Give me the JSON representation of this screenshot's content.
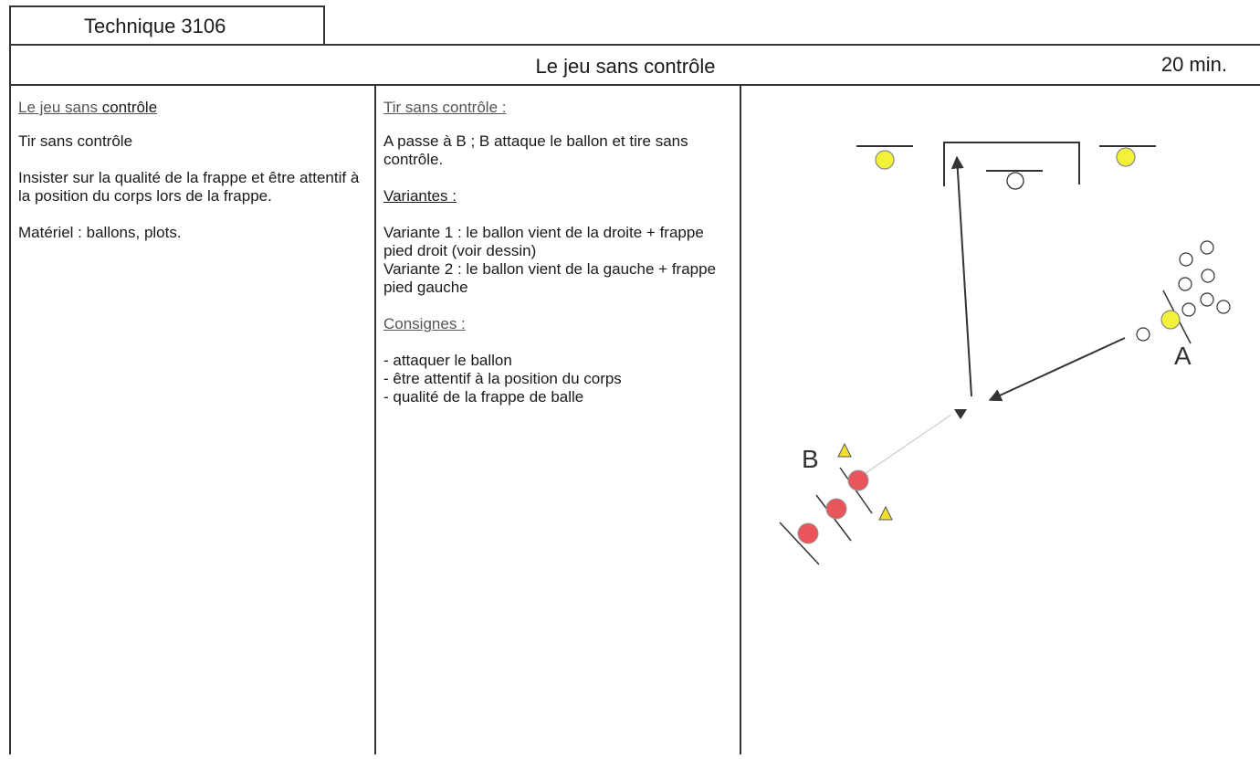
{
  "tab_label": "Technique 3106",
  "header": {
    "title": "Le jeu sans contrôle",
    "duration": "20 min."
  },
  "col1": {
    "heading_a": "Le jeu sans",
    "heading_b": "contrôle",
    "line1": "Tir sans contrôle",
    "para1": "Insister sur la qualité de la frappe et être attentif à la position du corps lors de la frappe.",
    "para2": "Matériel : ballons, plots."
  },
  "col2": {
    "heading1": "Tir sans contrôle :",
    "para1": "A passe à B ; B attaque le ballon et tire sans contrôle.",
    "heading2": "Variantes :",
    "variant1": "Variante 1 : le ballon vient de la droite + frappe pied droit (voir dessin)",
    "variant2": "Variante 2 : le ballon vient de la gauche + frappe pied gauche",
    "heading3": "Consignes :",
    "consigne1": "- attaquer le ballon",
    "consigne2": "- être attentif à la position du corps",
    "consigne3": "- qualité de la frappe de balle"
  },
  "diagram": {
    "label_a": "A",
    "label_b": "B",
    "colors": {
      "yellow_player": "#f2f23a",
      "red_player": "#e8565c",
      "cone": "#f2e02a",
      "line": "#333333"
    }
  }
}
